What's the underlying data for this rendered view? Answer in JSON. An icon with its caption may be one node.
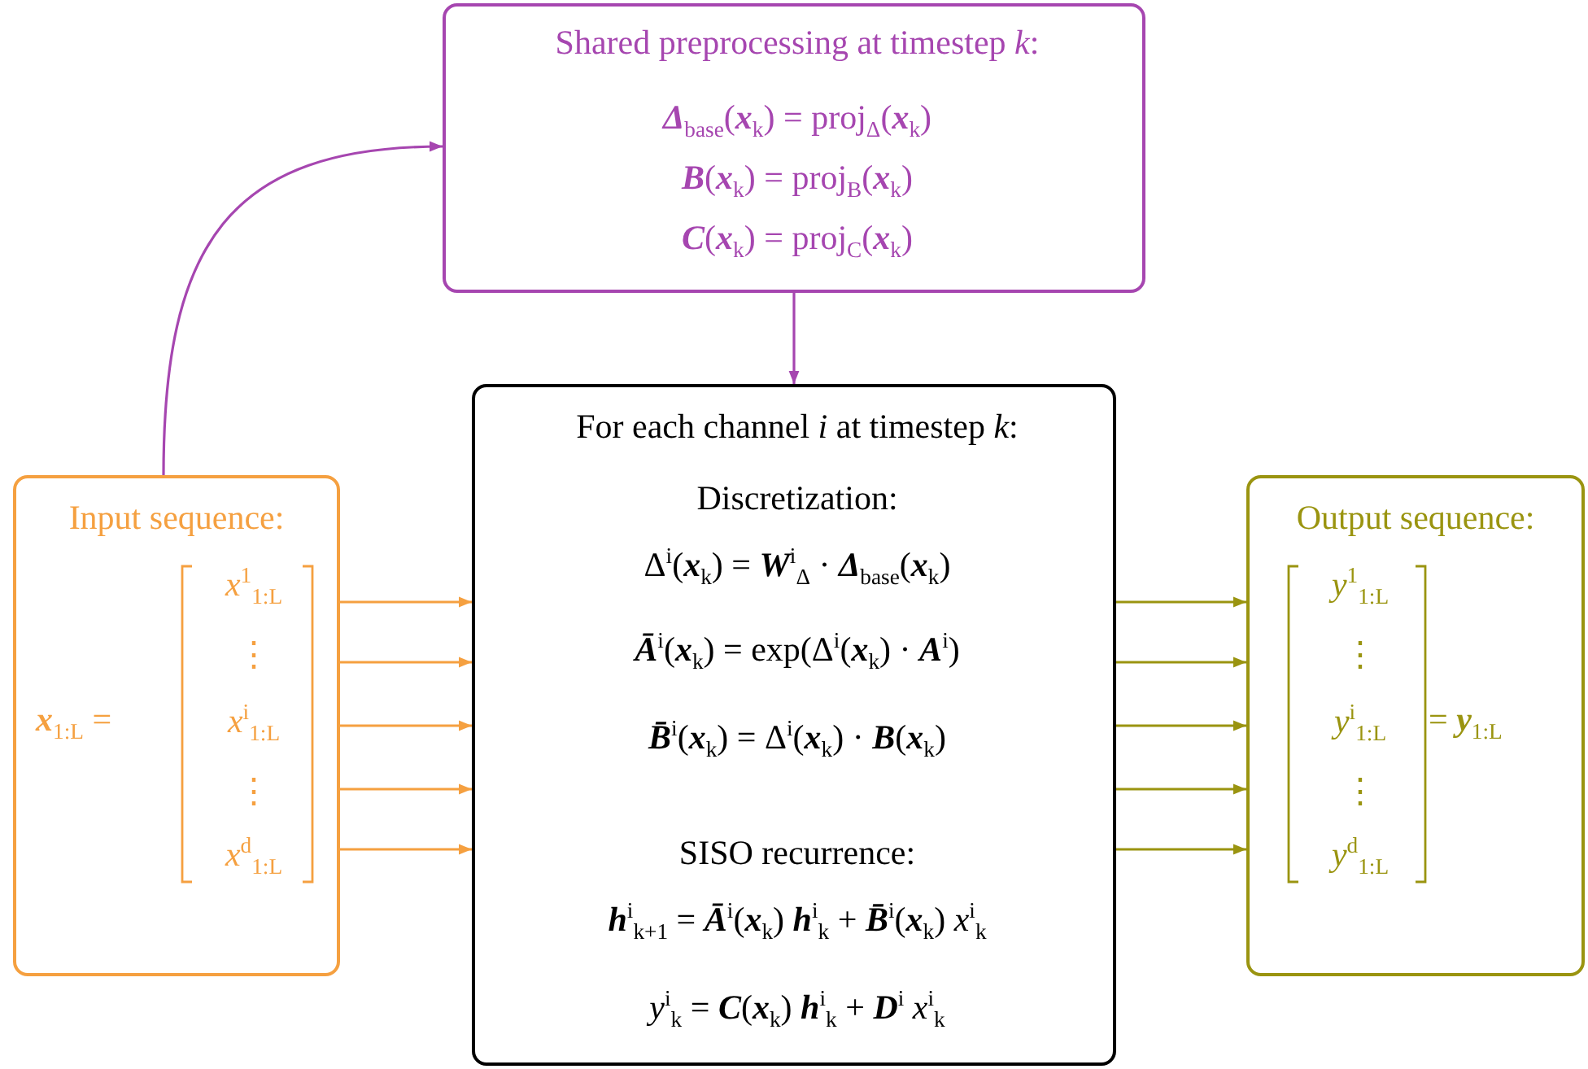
{
  "diagram": {
    "nodes": [
      {
        "text": [
          "Shared preprocessing at timestep *k*:",
          "**Δ**$_{base}$(**x**$_{k}$) = proj$_{Δ}$(**x**$_{k}$)",
          "**B**(**x**$_{k}$) = proj$_{B}$(**x**$_{k}$)",
          "**C**(**x**$_{k}$) = proj$_{C}$(**x**$_{k}$)"
        ]
      },
      {
        "text": [
          "For each channel *i* at timestep *k*:",
          "Discretization:",
          "Δ$^{i}$(**x**$_{k}$) = **W**$^{i}$$_{Δ}$ · **Δ**$_{base}$(**x**$_{k}$)",
          "**Ā**$^{i}$(**x**$_{k}$) = exp(Δ$^{i}$(**x**$_{k}$) · **A**$^{i}$)",
          "**B̄**$^{i}$(**x**$_{k}$) = Δ$^{i}$(**x**$_{k}$) · **B**(**x**$_{k}$)",
          "SISO recurrence:",
          "**h**$^{i}$$_{k+1}$ = **Ā**$^{i}$(**x**$_{k}$) **h**$^{i}$$_{k}$ + **B̄**$^{i}$(**x**$_{k}$) *x*$^{i}$$_{k}$",
          "*y*$^{i}$$_{k}$ = **C**(**x**$_{k}$) **h**$^{i}$$_{k}$ + **D**$^{i}$ *x*$^{i}$$_{k}$"
        ]
      },
      {
        "text": [
          "Input sequence:",
          "**x**$_{1:L}$ =",
          "*x*$^{1}$$_{1:L}$",
          "⋮",
          "*x*$^{i}$$_{1:L}$",
          "⋮",
          "*x*$^{d}$$_{1:L}$"
        ]
      },
      {
        "text": [
          "Output sequence:",
          "*y*$^{1}$$_{1:L}$",
          "⋮",
          "*y*$^{i}$$_{1:L}$",
          "⋮",
          "*y*$^{d}$$_{1:L}$",
          "= **y**$_{1:L}$"
        ]
      }
    ],
    "edges": [
      {
        "from": 2,
        "to": 0,
        "arrow": "to",
        "color": "#a646b0"
      },
      {
        "from": 0,
        "to": 1,
        "arrow": "to",
        "color": "#a646b0"
      },
      {
        "from": 2,
        "to": 1,
        "arrow": "to",
        "color": "#f5a040"
      },
      {
        "from": 2,
        "to": 1,
        "arrow": "to",
        "color": "#f5a040"
      },
      {
        "from": 2,
        "to": 1,
        "arrow": "to",
        "color": "#f5a040"
      },
      {
        "from": 2,
        "to": 1,
        "arrow": "to",
        "color": "#f5a040"
      },
      {
        "from": 2,
        "to": 1,
        "arrow": "to",
        "color": "#f5a040"
      },
      {
        "from": 1,
        "to": 3,
        "arrow": "to",
        "color": "#9a9410"
      },
      {
        "from": 1,
        "to": 3,
        "arrow": "to",
        "color": "#9a9410"
      },
      {
        "from": 1,
        "to": 3,
        "arrow": "to",
        "color": "#9a9410"
      },
      {
        "from": 1,
        "to": 3,
        "arrow": "to",
        "color": "#9a9410"
      },
      {
        "from": 1,
        "to": 3,
        "arrow": "to",
        "color": "#9a9410"
      }
    ]
  }
}
